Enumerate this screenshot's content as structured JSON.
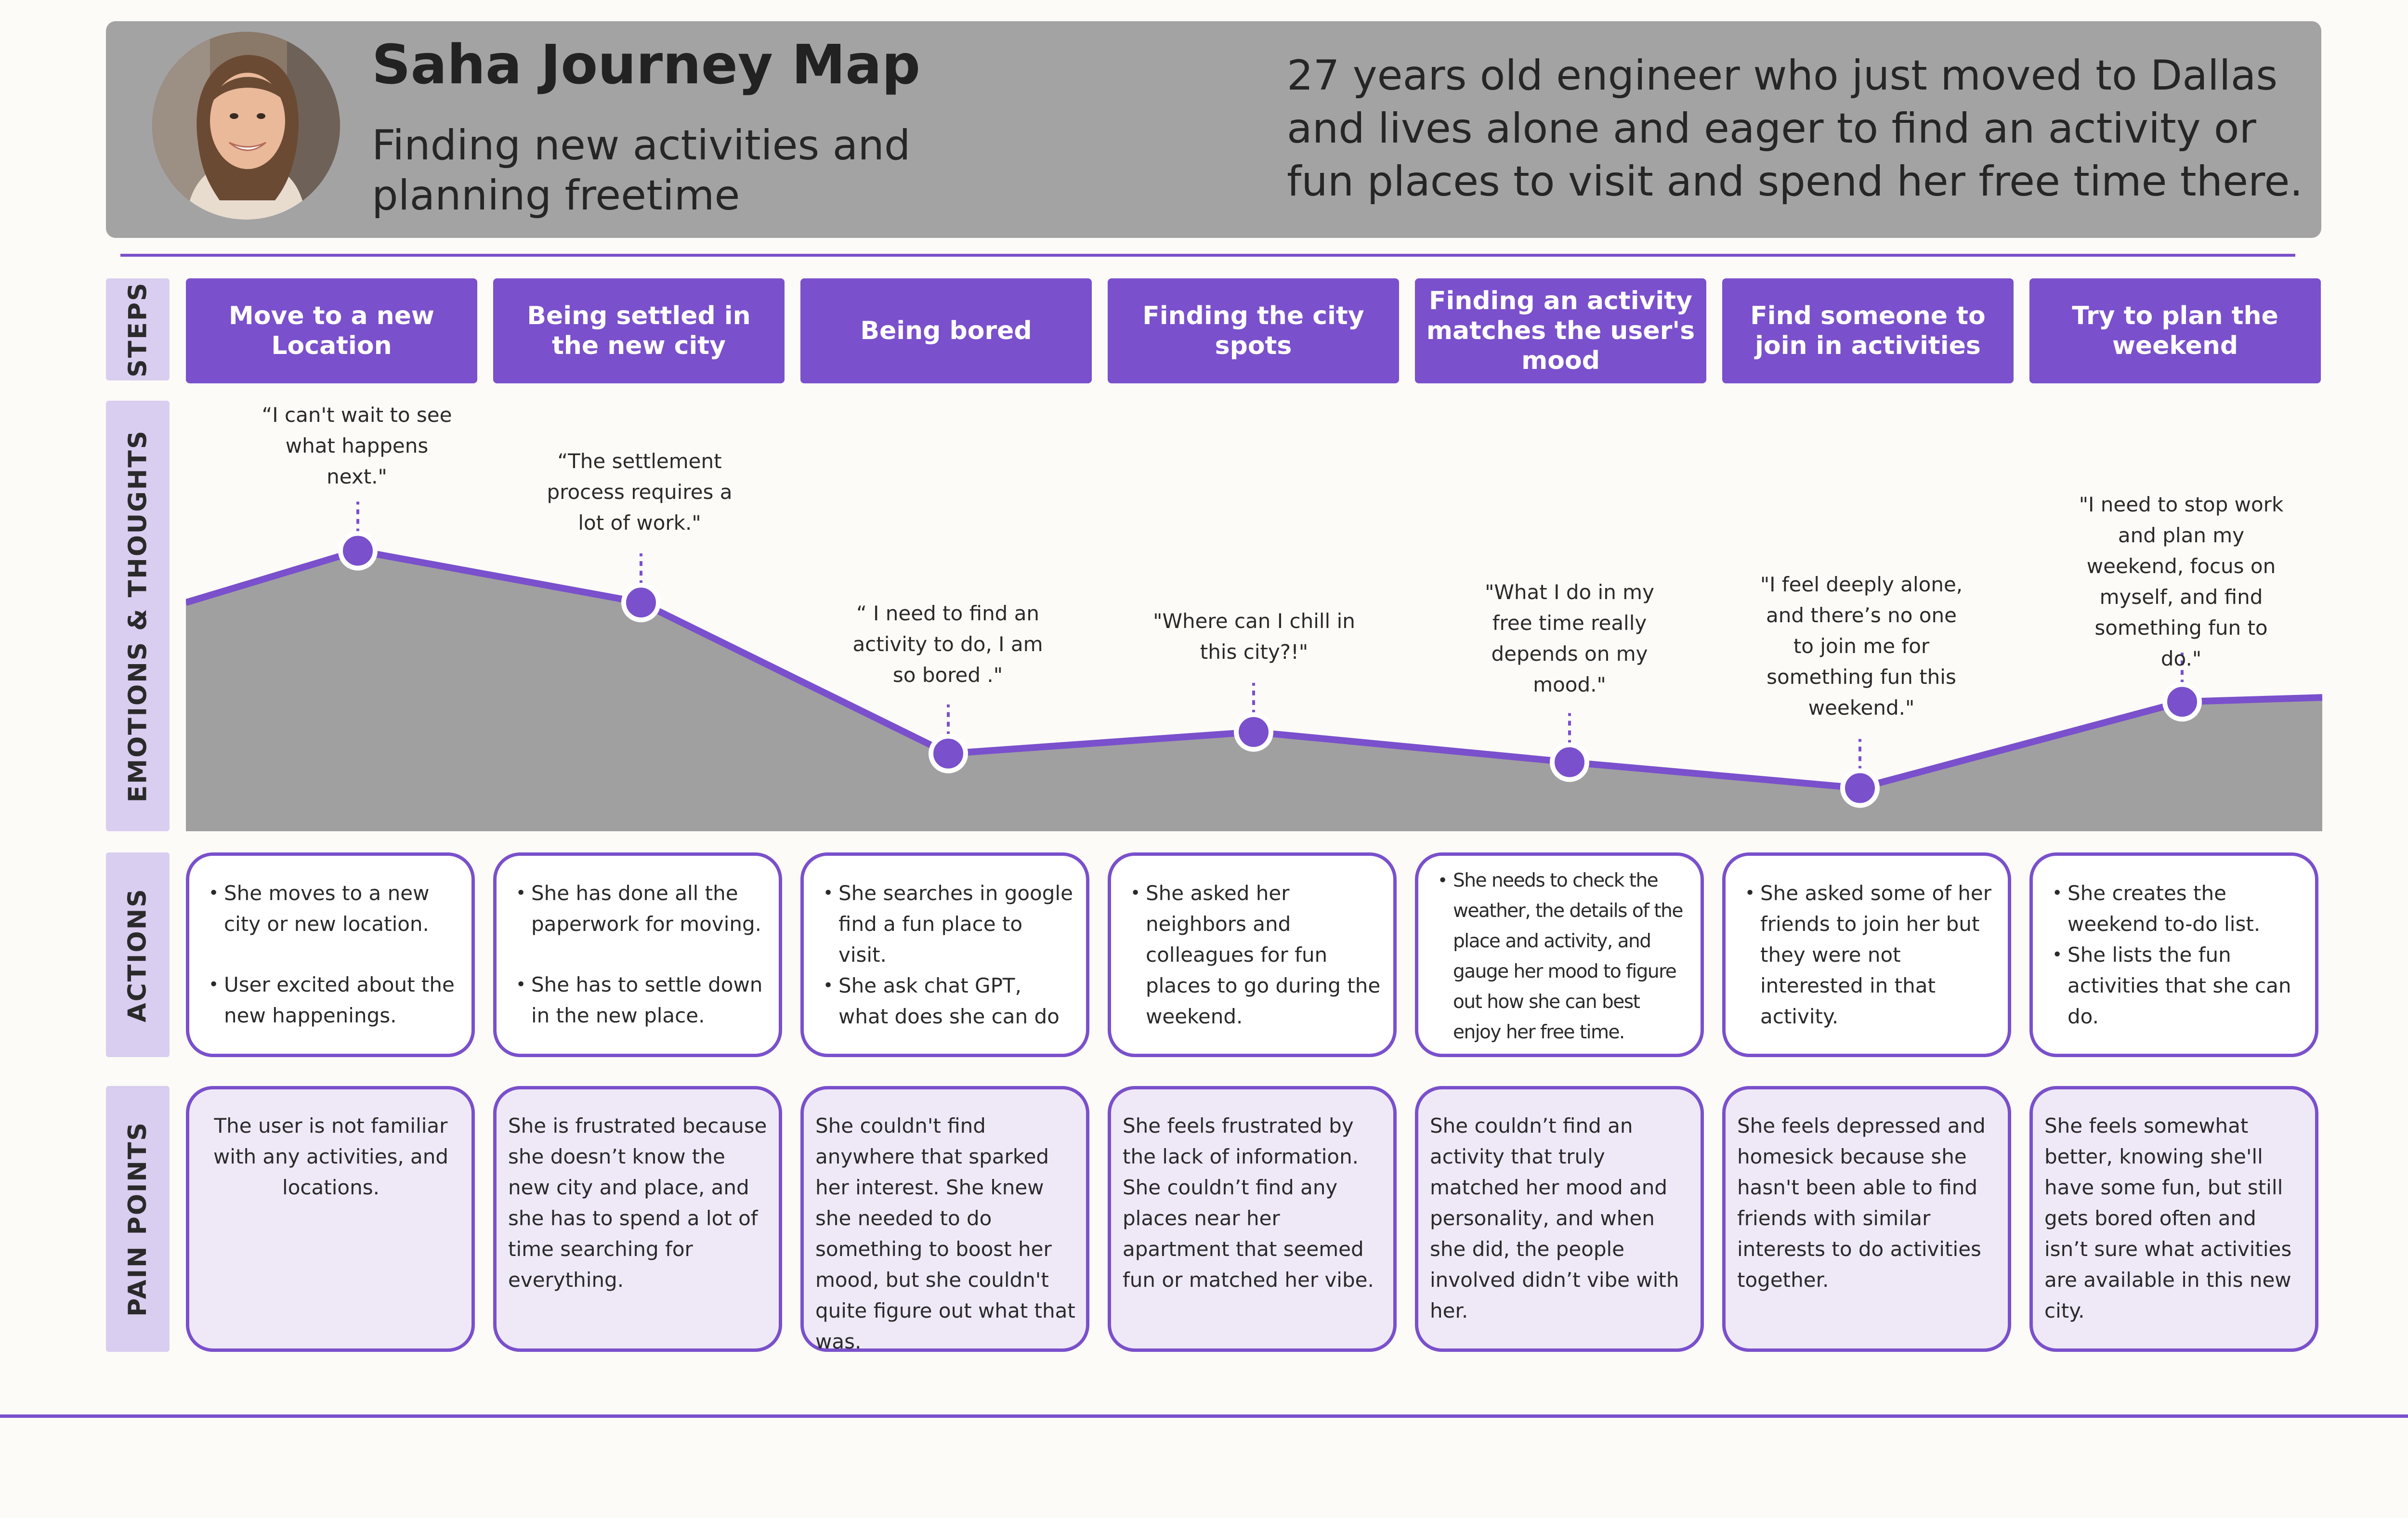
{
  "header": {
    "title": "Saha Journey Map",
    "subtitle": "Finding new activities and planning freetime",
    "persona": "27 years old engineer who just moved to Dallas and lives alone and eager to find an activity or fun places to visit and spend her free time there."
  },
  "row_labels": {
    "steps": "STEPS",
    "emotions": "EMOTIONS & THOUGHTS",
    "actions": "ACTIONS",
    "pain_points": "PAIN POINTS"
  },
  "steps": [
    "Move to a new Location",
    "Being settled in the new city",
    "Being bored",
    "Finding the city spots",
    "Finding an activity matches the user's mood",
    "Find someone to join in activities",
    "Try to plan the weekend"
  ],
  "quotes": [
    "“I can't wait to see what happens next.\"",
    "“The settlement process requires a lot of work.\"",
    "“ I need to find an activity to do, I am so bored .\"",
    "\"Where can I chill in this city?!\"",
    "\"What I do in my free time really depends on my mood.\"",
    "\"I feel deeply alone, and there’s no one to join me for something fun this weekend.\"",
    "\"I need to stop work and plan my weekend, focus on myself, and find something fun to do.\""
  ],
  "emotion_levels": [
    0.65,
    0.53,
    0.18,
    0.23,
    0.16,
    0.1,
    0.3
  ],
  "colors": {
    "accent": "#7a50cc",
    "label_bg": "#d9cdf0",
    "header_bg": "#a3a3a3",
    "curve_fill": "#a0a0a0",
    "pain_bg": "#efe9f7"
  },
  "actions": [
    [
      "She moves to a new city or new location.",
      "User excited about the new happenings."
    ],
    [
      "She has done all the paperwork for moving.",
      "She has to settle down in the new place."
    ],
    [
      "She searches in google find a fun place to visit.",
      "She ask chat GPT, what does she can do"
    ],
    [
      "She asked her neighbors and colleagues for fun places to go during the weekend."
    ],
    [
      "She needs to check the weather, the details of the place and activity, and gauge her mood to figure out how she can best enjoy her free time."
    ],
    [
      "She asked some of her friends to join her but they were not interested in that activity."
    ],
    [
      "She creates the weekend to-do list.",
      "She lists the fun activities that she can do."
    ]
  ],
  "pain_points": [
    "The user is not familiar with any activities, and locations.",
    "She is frustrated because she doesn’t know the new city and place, and she has to spend a lot of time searching for everything.",
    "She couldn't find anywhere that sparked her interest. She knew she needed to do something to boost her mood, but she couldn't quite figure out what that was.",
    "She feels frustrated by the lack of information. She couldn’t find any places near her apartment that seemed fun or matched her vibe.",
    "She couldn’t find an activity that truly matched her mood and personality, and when she did, the people involved didn’t vibe with her.",
    "She feels depressed and homesick because she hasn't been able to find friends with similar interests to do activities together.",
    "She feels somewhat better, knowing she'll have some fun, but still gets bored often and isn’t sure what activities are available in this new city."
  ]
}
